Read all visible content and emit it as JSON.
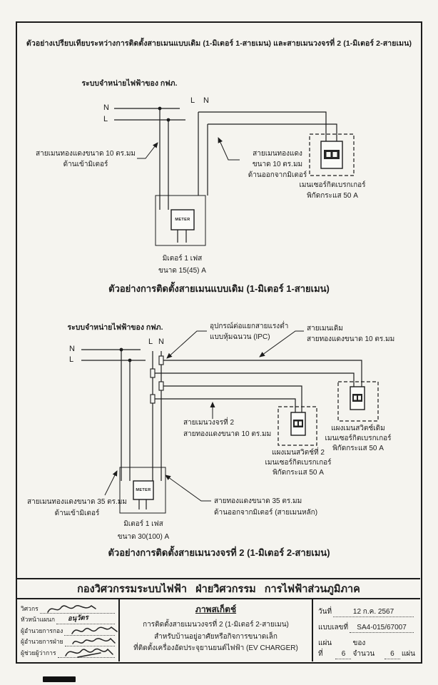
{
  "colors": {
    "ink": "#1c1c1c",
    "paper": "#f5f4ef"
  },
  "page": {
    "header_title": "ตัวอย่างเปรียบเทียบระหว่างการติดตั้งสายเมนแบบเดิม (1-มิเตอร์ 1-สายเมน) และสายเมนวงจรที่ 2 (1-มิเตอร์ 2-สายเมน)"
  },
  "diagram1": {
    "source_label": "ระบบจำหน่ายไฟฟ้าของ กฟภ.",
    "line_n": "N",
    "line_l": "L",
    "out_l": "L",
    "out_n": "N",
    "meter_text": "METER",
    "meter_caption_1": "มิเตอร์ 1 เฟส",
    "meter_caption_2": "ขนาด 15(45) A",
    "incoming_label_1": "สายเมนทองแดงขนาด 10 ตร.มม",
    "incoming_label_2": "ด้านเข้ามิเตอร์",
    "outgoing_label_1": "สายเมนทองแดง",
    "outgoing_label_2": "ขนาด 10 ตร.มม",
    "outgoing_label_3": "ด้านออกจากมิเตอร์",
    "breaker_label_1": "เมนเซอร์กิตเบรกเกอร์",
    "breaker_label_2": "พิกัดกระแส 50 A",
    "caption": "ตัวอย่างการติดตั้งสายเมนแบบเดิม (1-มิเตอร์ 1-สายเมน)"
  },
  "diagram2": {
    "source_label": "ระบบจำหน่ายไฟฟ้าของ กฟภ.",
    "line_n": "N",
    "line_l": "L",
    "out_l": "L",
    "out_n": "N",
    "meter_text": "METER",
    "meter_caption_1": "มิเตอร์ 1 เฟส",
    "meter_caption_2": "ขนาด 30(100) A",
    "ipc_label_1": "อุปกรณ์ต่อแยกสายแรงต่ำ",
    "ipc_label_2": "แบบหุ้มฉนวน (IPC)",
    "old_main_label_1": "สายเมนเดิม",
    "old_main_label_2": "สายทองแดงขนาด 10 ตร.มม",
    "circuit2_label_1": "สายเมนวงจรที่ 2",
    "circuit2_label_2": "สายทองแดงขนาด 10 ตร.มม",
    "panel2_label_1": "แผงเมนสวิตช์ที่ 2",
    "panel2_label_2": "เมนเซอร์กิตเบรกเกอร์",
    "panel2_label_3": "พิกัดกระแส 50 A",
    "old_panel_label_1": "แผงเมนสวิตช์เดิม",
    "old_panel_label_2": "เมนเซอร์กิตเบรกเกอร์",
    "old_panel_label_3": "พิกัดกระแส 50 A",
    "incoming_label_1": "สายเมนทองแดงขนาด 35 ตร.มม",
    "incoming_label_2": "ด้านเข้ามิเตอร์",
    "outgoing_label_1": "สายทองแดงขนาด 35 ตร.มม",
    "outgoing_label_2": "ด้านออกจากมิเตอร์ (สายเมนหลัก)",
    "caption": "ตัวอย่างการติดตั้งสายเมนวงจรที่ 2 (1-มิเตอร์ 2-สายเมน)"
  },
  "footer": {
    "org_line": "กองวิศวกรรมระบบไฟฟ้า   ฝ่ายวิศวกรรม   การไฟฟ้าส่วนภูมิภาค",
    "signatories": [
      {
        "role": "วิศวกร"
      },
      {
        "role": "หัวหน้าแผนก",
        "name": "อนุวัตร"
      },
      {
        "role": "ผู้อำนวยการกอง"
      },
      {
        "role": "ผู้อำนวยการฝ่าย"
      },
      {
        "role": "ผู้ช่วยผู้ว่าการ"
      }
    ],
    "sketch_title": "ภาพสเก็ตช์",
    "sketch_line_1": "การติดตั้งสายเมนวงจรที่ 2 (1-มิเตอร์ 2-สายเมน)",
    "sketch_line_2": "สำหรับบ้านอยู่อาศัยหรือกิจการขนาดเล็ก",
    "sketch_line_3": "ที่ติดตั้งเครื่องอัดประจุยานยนต์ไฟฟ้า (EV CHARGER)",
    "date_label": "วันที่",
    "date_value": "12 ก.ค. 2567",
    "drawing_no_label": "แบบเลขที่",
    "drawing_no_value": "SA4-015/67007",
    "sheet_label_1": "แผ่นที่",
    "sheet_no": "6",
    "sheet_label_2": "ของจำนวน",
    "sheet_total": "6",
    "sheet_label_3": "แผ่น"
  }
}
